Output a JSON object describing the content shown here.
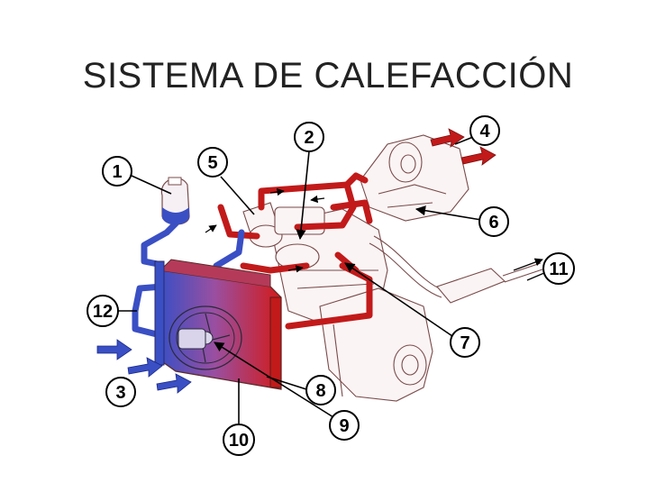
{
  "title": "SISTEMA DE CALEFACCIÓN",
  "colors": {
    "hot": "#c21a1a",
    "cold": "#3a4fc4",
    "outline": "#7a4a4a"
  },
  "callouts": [
    "1",
    "2",
    "3",
    "4",
    "5",
    "6",
    "7",
    "8",
    "9",
    "10",
    "11",
    "12"
  ]
}
